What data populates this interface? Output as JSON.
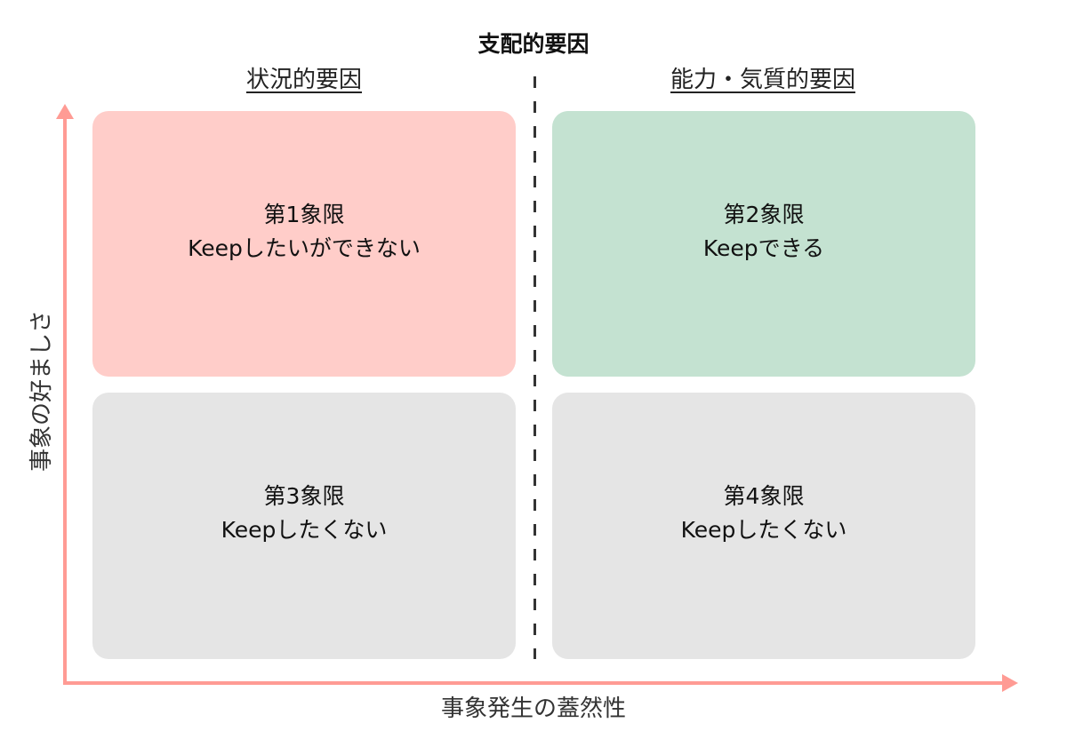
{
  "diagram": {
    "title": "支配的要因",
    "columns": [
      {
        "label": "状況的要因"
      },
      {
        "label": "能力・気質的要因"
      }
    ],
    "x_axis_label": "事象発生の蓋然性",
    "y_axis_label": "事象の好ましさ",
    "quadrants": [
      {
        "id": 1,
        "title": "第1象限",
        "description": "Keepしたいができない",
        "color": "#ffcdc9"
      },
      {
        "id": 2,
        "title": "第2象限",
        "description": "Keepできる",
        "color": "#c4e2d1"
      },
      {
        "id": 3,
        "title": "第3象限",
        "description": "Keepしたくない",
        "color": "#e5e5e5"
      },
      {
        "id": 4,
        "title": "第4象限",
        "description": "Keepしたくない",
        "color": "#e5e5e5"
      }
    ],
    "colors": {
      "axis": "#ff9b94",
      "divider": "#333333"
    }
  }
}
